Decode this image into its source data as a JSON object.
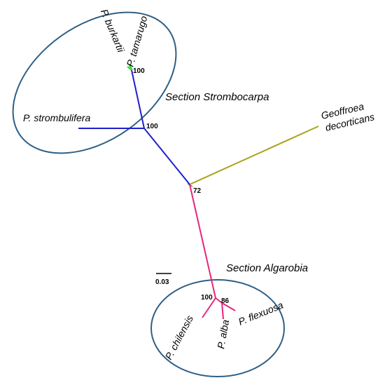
{
  "sections": {
    "strombocarpa": "Section Strombocarpa",
    "algarobia": "Section Algarobia"
  },
  "taxa": {
    "burkartii": "P. burkartii",
    "tamarugo": "P. tamarugo",
    "strombulifera": "P. strombulifera",
    "geoffroea_line1": "Geoffroea",
    "geoffroea_line2": "decorticans",
    "chilensis": "P. chilensis",
    "alba": "P. alba",
    "flexuosa": "P. flexuosa"
  },
  "support": {
    "tamarugo_node": "100",
    "strombocarpa_node": "100",
    "root_node": "72",
    "algarobia_node": "100",
    "alba_flexuosa_node": "86"
  },
  "scale_bar": {
    "label": "0.03"
  },
  "colors": {
    "strombocarpa_branch": "#1f1fcc",
    "outgroup_branch": "#a8a31a",
    "algarobia_branch": "#e8267a",
    "tamarugo_tip": "#33dd33",
    "ellipse": "#2e5f86"
  }
}
